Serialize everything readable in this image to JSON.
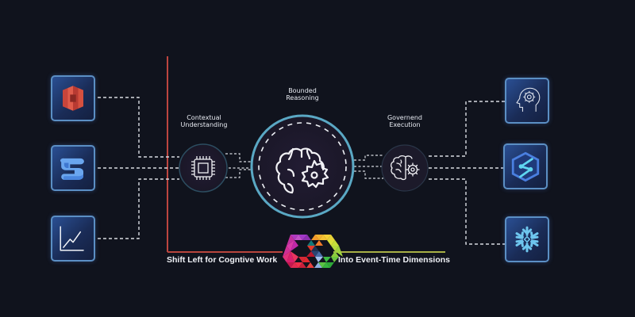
{
  "diagram": {
    "nodes": {
      "contextual": {
        "label_line1": "Contextual",
        "label_line2": "Understanding",
        "icon": "chip-icon"
      },
      "bounded": {
        "label_line1": "Bounded",
        "label_line2": "Reasoning",
        "icon": "brain-gear-icon"
      },
      "governed": {
        "label_line1": "Governend",
        "label_line2": "Execution",
        "icon": "brain-cog-icon"
      }
    },
    "left_sources": [
      {
        "name": "aws-s3",
        "icon": "aws-s3-icon"
      },
      {
        "name": "stacked-s-database",
        "icon": "database-s-icon"
      },
      {
        "name": "analytics-chart",
        "icon": "line-chart-icon"
      }
    ],
    "right_targets": [
      {
        "name": "ai-head",
        "icon": "head-gear-icon"
      },
      {
        "name": "synapse",
        "icon": "hexagon-s-icon"
      },
      {
        "name": "snowflake",
        "icon": "snowflake-icon"
      }
    ],
    "captions": {
      "left": "Shift Left for Cogntive Work",
      "right": "Into Event-Time Dimensions"
    },
    "logo": "infinity-triangle-logo",
    "colors": {
      "background": "#10131d",
      "frame_start": "#c0463c",
      "frame_mid": "#d0803a",
      "frame_end": "#a9b845",
      "ring": "#5aa8c4",
      "tile_border": "#5b8fc4",
      "connector": "#d8dbe2"
    }
  }
}
